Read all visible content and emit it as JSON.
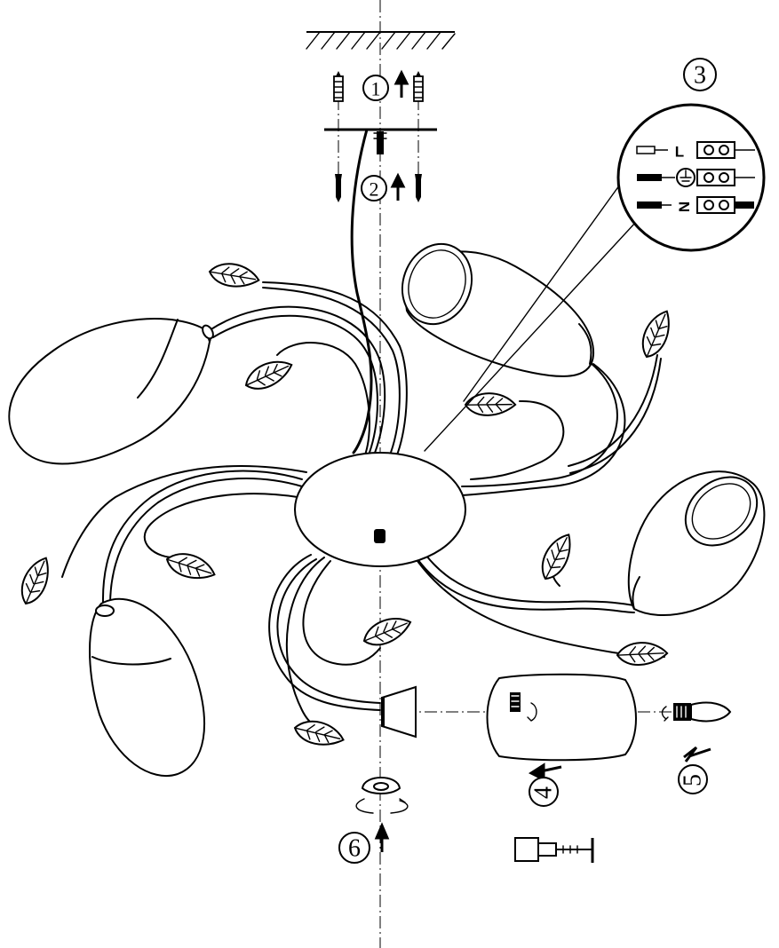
{
  "steps": {
    "step1": "1",
    "step2": "2",
    "step3": "3",
    "step4": "4",
    "step5": "5",
    "step6": "6"
  },
  "wiring": {
    "live": "L",
    "neutral": "N",
    "earth_symbol": "earth-ground-icon"
  }
}
